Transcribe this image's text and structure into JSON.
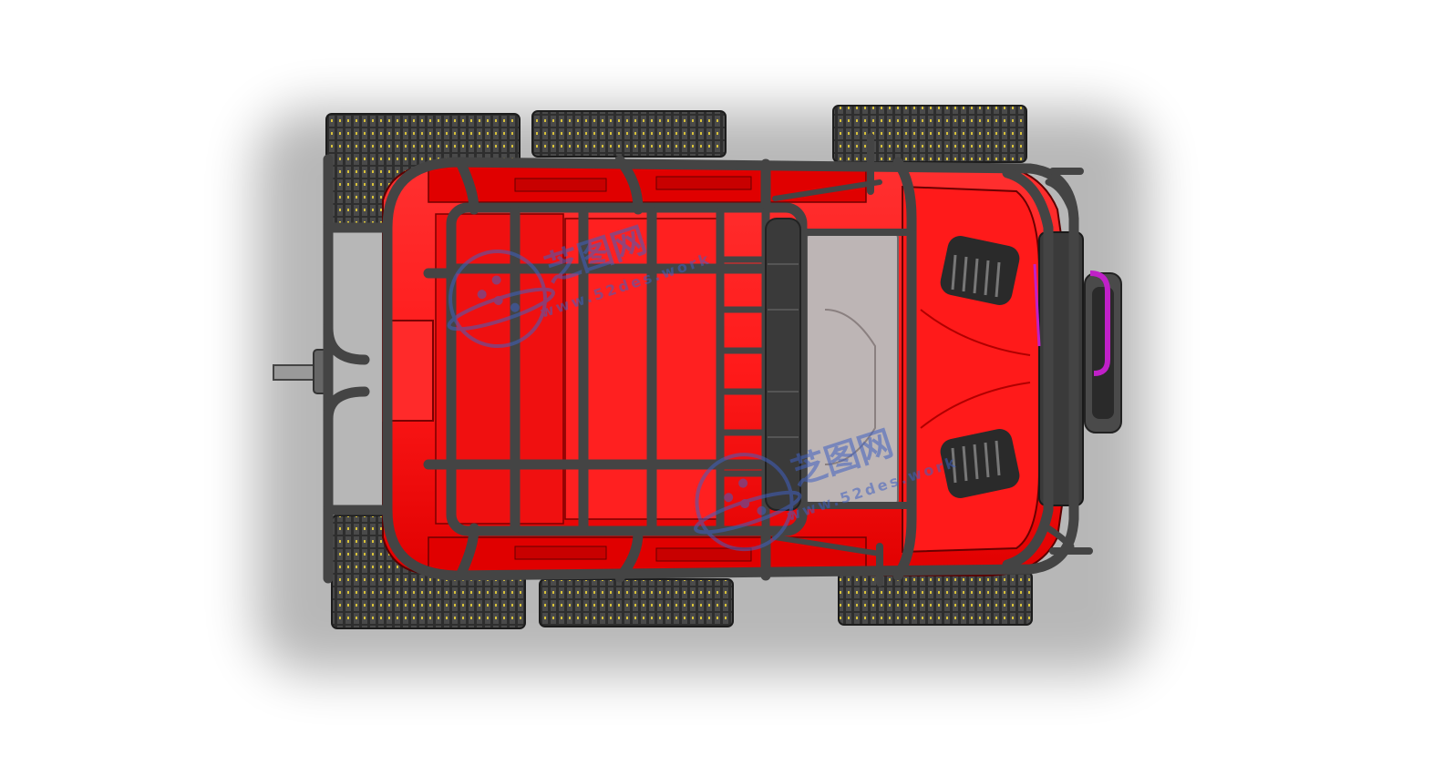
{
  "scene": {
    "subject": "six-track vehicle top view",
    "background_color": "#ffffff",
    "body_color": "#ff1a1a",
    "body_shade_color": "#c80000",
    "frame_color": "#4a4a4a",
    "track_color": "#2e2e2e",
    "tread_highlight_color": "#d8c23a",
    "accent_pipe_color": "#c020c8",
    "window_color": "#bdb5b5"
  },
  "watermarks": [
    {
      "logo_text": "",
      "cn_text": "芝图网",
      "url_text": "www.52des.work"
    },
    {
      "logo_text": "",
      "cn_text": "芝图网",
      "url_text": "www.52des.work"
    }
  ]
}
